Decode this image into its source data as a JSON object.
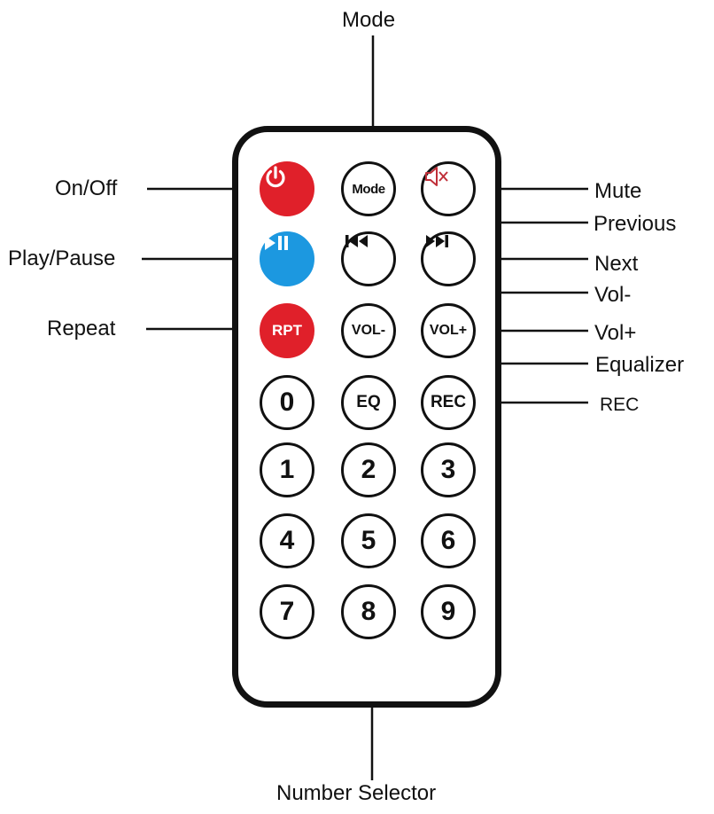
{
  "colors": {
    "power": "#e0202a",
    "play": "#1c98e0",
    "repeat": "#e0202a",
    "outline": "#111111",
    "mute_icon": "#c0303a"
  },
  "buttons": {
    "power": {
      "icon": "power-icon"
    },
    "mode": {
      "label": "Mode"
    },
    "mute": {
      "icon": "speaker-mute-icon"
    },
    "play_pause": {
      "icon": "play-pause-icon"
    },
    "previous": {
      "icon": "skip-previous-icon"
    },
    "next": {
      "icon": "skip-next-icon"
    },
    "repeat": {
      "label": "RPT"
    },
    "vol_minus": {
      "label": "VOL-"
    },
    "vol_plus": {
      "label": "VOL+"
    },
    "eq": {
      "label": "EQ"
    },
    "rec": {
      "label": "REC"
    },
    "digits": [
      "0",
      "1",
      "2",
      "3",
      "4",
      "5",
      "6",
      "7",
      "8",
      "9"
    ]
  },
  "callouts": {
    "mode": "Mode",
    "on_off": "On/Off",
    "play_pause": "Play/Pause",
    "repeat": "Repeat",
    "mute": "Mute",
    "previous": "Previous",
    "next": "Next",
    "vol_minus": "Vol-",
    "vol_plus": "Vol+",
    "equalizer": "Equalizer",
    "rec": "REC",
    "number_selector": "Number Selector"
  }
}
